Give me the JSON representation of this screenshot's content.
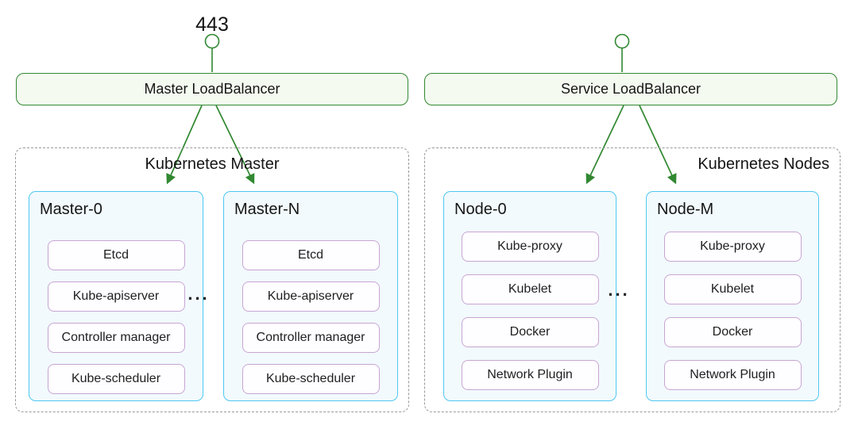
{
  "diagram": {
    "port": {
      "label": "443"
    },
    "load_balancers": {
      "master": {
        "label": "Master LoadBalancer"
      },
      "service": {
        "label": "Service LoadBalancer"
      }
    },
    "groups": {
      "master": {
        "title": "Kubernetes Master",
        "ellipsis": "...",
        "machines": [
          {
            "name": "Master-0",
            "components": [
              "Etcd",
              "Kube-apiserver",
              "Controller manager",
              "Kube-scheduler"
            ]
          },
          {
            "name": "Master-N",
            "components": [
              "Etcd",
              "Kube-apiserver",
              "Controller manager",
              "Kube-scheduler"
            ]
          }
        ]
      },
      "nodes": {
        "title": "Kubernetes Nodes",
        "ellipsis": "...",
        "machines": [
          {
            "name": "Node-0",
            "components": [
              "Kube-proxy",
              "Kubelet",
              "Docker",
              "Network Plugin"
            ]
          },
          {
            "name": "Node-M",
            "components": [
              "Kube-proxy",
              "Kubelet",
              "Docker",
              "Network Plugin"
            ]
          }
        ]
      }
    },
    "colors": {
      "connector_green": "#318831",
      "machine_cyan": "#4fc7f2",
      "component_purple": "#c8a5d3",
      "group_dash_gray": "#999999",
      "lb_fill": "#f4faf0",
      "machine_fill": "#f2fafd"
    }
  }
}
